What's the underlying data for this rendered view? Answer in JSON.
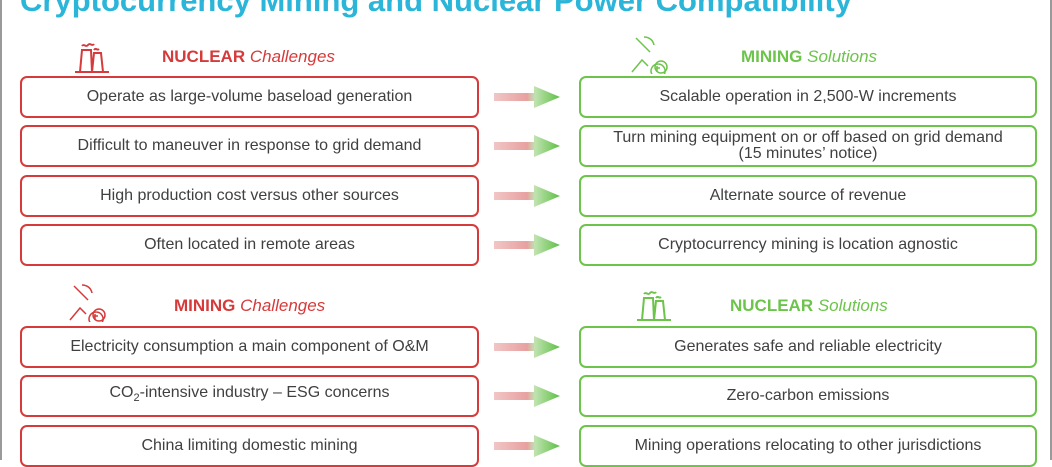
{
  "title": "Cryptocurrency Mining and Nuclear Power Compatibility",
  "sections": [
    {
      "left_header": {
        "bold": "NUCLEAR",
        "italic": "Challenges"
      },
      "right_header": {
        "bold": "MINING",
        "italic": "Solutions"
      },
      "rows": [
        {
          "challenge": "Operate as large-volume baseload generation",
          "solution": "Scalable operation in 2,500-W increments"
        },
        {
          "challenge": "Difficult to maneuver in response to grid demand",
          "solution": "Turn mining equipment on or off based on grid demand",
          "solution_line2": "(15 minutes’ notice)"
        },
        {
          "challenge": "High production cost versus other sources",
          "solution": "Alternate source of revenue"
        },
        {
          "challenge": "Often located in remote areas",
          "solution": "Cryptocurrency mining is location agnostic"
        }
      ]
    },
    {
      "left_header": {
        "bold": "MINING",
        "italic": "Challenges"
      },
      "right_header": {
        "bold": "NUCLEAR",
        "italic": "Solutions"
      },
      "rows": [
        {
          "challenge": "Electricity consumption a main component of O&M",
          "solution": "Generates safe and reliable electricity"
        },
        {
          "challenge_pre": "CO",
          "challenge_sub": "2",
          "challenge_post": "-intensive industry – ESG concerns",
          "solution": "Zero-carbon emissions"
        },
        {
          "challenge": "China limiting domestic mining",
          "solution": "Mining operations relocating to other jurisdictions"
        }
      ]
    }
  ],
  "colors": {
    "challenge": "#d63a3a",
    "solution": "#6cc44a",
    "title": "#2bb5d8"
  }
}
